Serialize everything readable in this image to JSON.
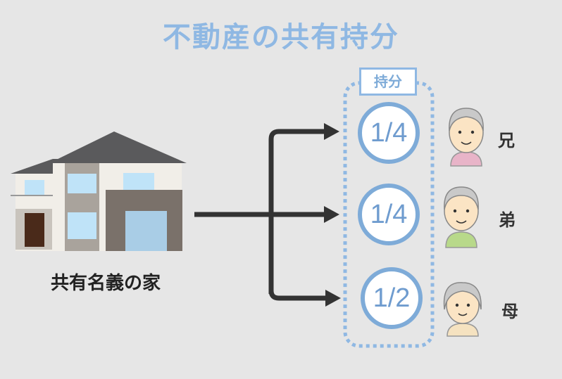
{
  "title": "不動産の共有持分",
  "house": {
    "label": "共有名義の家",
    "icon": "house-icon"
  },
  "shares_header": "持分",
  "owners": [
    {
      "share": "1/4",
      "relation": "兄",
      "icon": "elderly-man-icon",
      "clothing_color": "#e8b4c8"
    },
    {
      "share": "1/4",
      "relation": "弟",
      "icon": "elderly-man-icon",
      "clothing_color": "#b8d98a"
    },
    {
      "share": "1/2",
      "relation": "母",
      "icon": "elderly-woman-icon",
      "clothing_color": "#f5e2c0"
    }
  ],
  "colors": {
    "accent": "#7eabd8",
    "title": "#8fb8e3",
    "arrow": "#333333",
    "background": "#e6e6e6"
  }
}
